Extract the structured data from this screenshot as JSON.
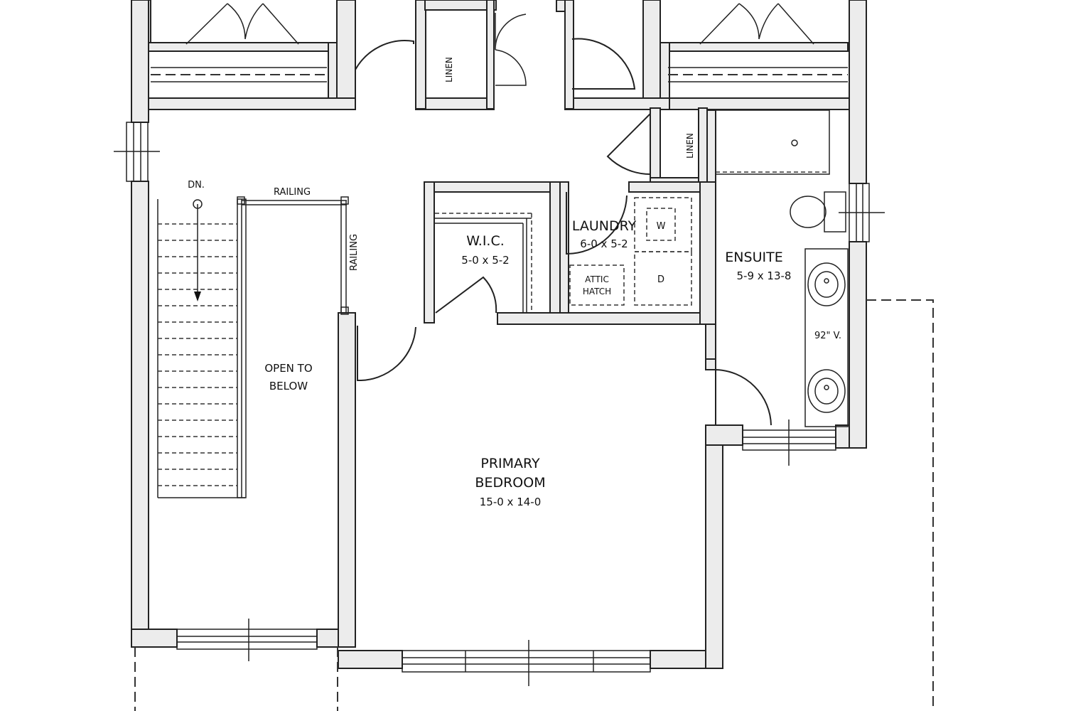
{
  "labels": {
    "linen_top": "LINEN",
    "linen_right": "LINEN",
    "dn": "DN.",
    "railing_top": "RAILING",
    "railing_side": "RAILING",
    "wic_name": "W.I.C.",
    "wic_dim": "5-0 x 5-2",
    "laundry_name": "LAUNDRY",
    "laundry_dim": "6-0 x 5-2",
    "washer": "W",
    "dryer": "D",
    "attic_line1": "ATTIC",
    "attic_line2": "HATCH",
    "ensuite_name": "ENSUITE",
    "ensuite_dim": "5-9 x 13-8",
    "vanity": "92\" V.",
    "open_line1": "OPEN TO",
    "open_line2": "BELOW",
    "primary_line1": "PRIMARY",
    "primary_line2": "BEDROOM",
    "primary_dim": "15-0 x 14-0"
  }
}
